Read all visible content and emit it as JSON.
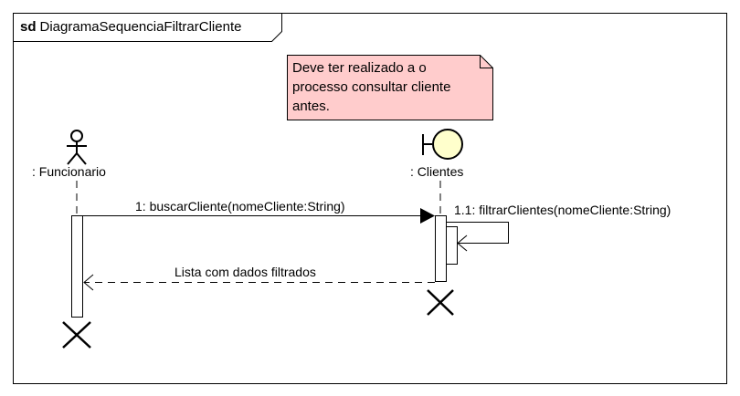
{
  "frame": {
    "keyword": "sd",
    "name": "DiagramaSequenciaFiltrarCliente"
  },
  "note": {
    "text_lines": [
      "Deve ter realizado a o",
      "processo consultar cliente",
      "antes."
    ],
    "fill": "#FFCCCC"
  },
  "lifelines": [
    {
      "label": ": Funcionario",
      "type": "actor"
    },
    {
      "label": ": Clientes",
      "type": "boundary",
      "fill": "#FFFFCC"
    }
  ],
  "messages": [
    {
      "label": "1: buscarCliente(nomeCliente:String)",
      "kind": "sync"
    },
    {
      "label": "1.1: filtrarClientes(nomeCliente:String)",
      "kind": "self"
    },
    {
      "label": "Lista com dados filtrados",
      "kind": "return"
    }
  ]
}
